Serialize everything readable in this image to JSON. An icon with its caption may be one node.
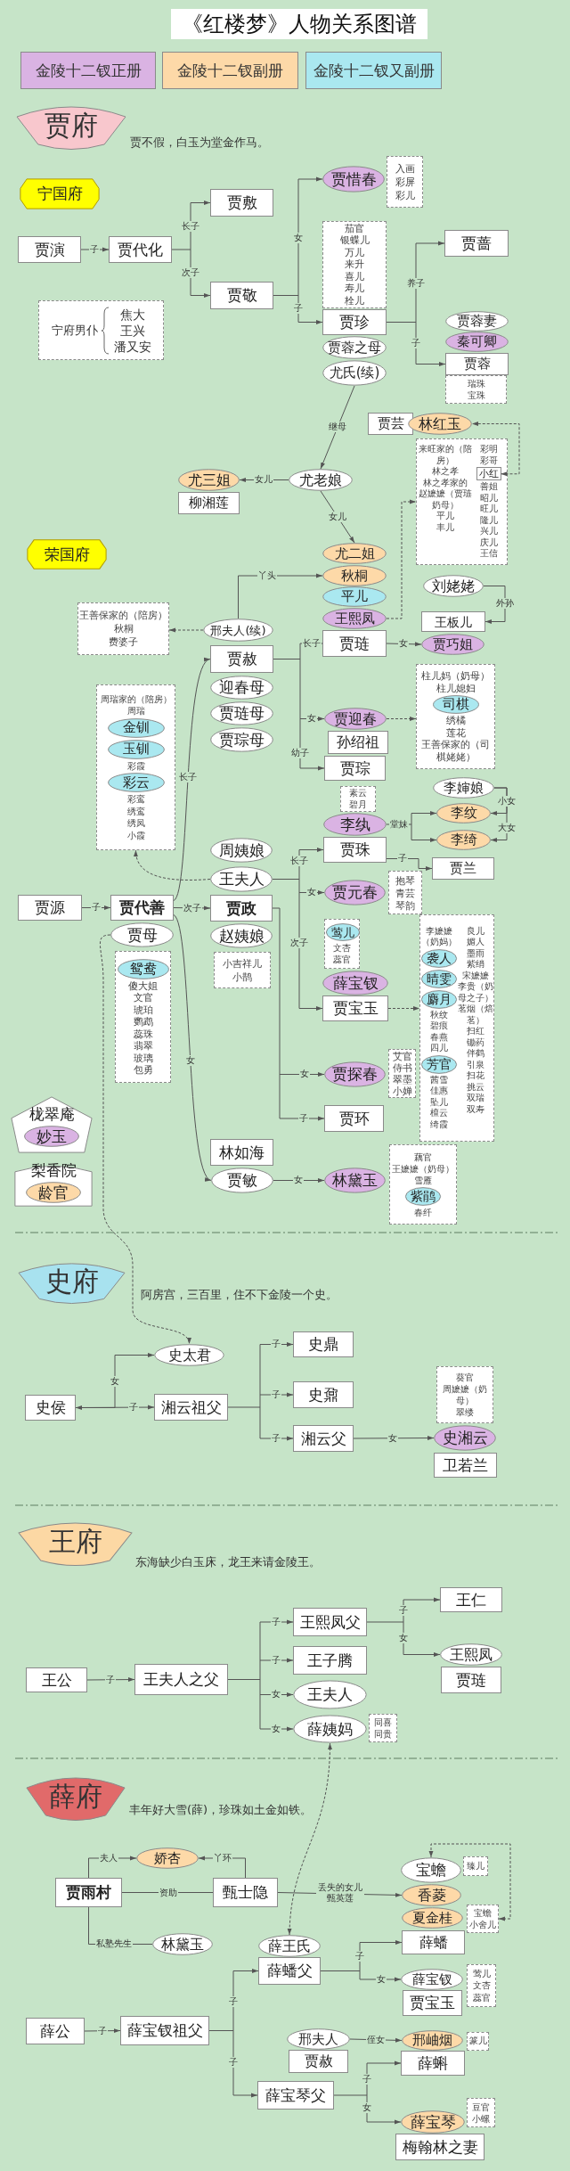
{
  "diagram": {
    "title": "《红楼梦》人物关系图谱",
    "nodes": [
      {
        "text": [
          "贾府"
        ],
        "beside": [
          "贾不假，白玉为堂金作马。"
        ]
      },
      {
        "text": [
          "宁国府"
        ]
      },
      {
        "text": [
          "贾惜春"
        ]
      },
      {
        "text": [
          "入画",
          "彩屏",
          "彩儿"
        ]
      },
      {
        "text": [
          "贾敷"
        ]
      },
      {
        "text": [
          "茄官",
          "银蝶儿",
          "万儿",
          "来升",
          "喜儿",
          "寿儿",
          "栓儿"
        ]
      },
      {
        "text": [
          "贾蔷"
        ]
      },
      {
        "text": [
          "贾演"
        ]
      },
      {
        "text": [
          "贾代化"
        ]
      },
      {
        "text": [
          "贾敬"
        ]
      },
      {
        "text": [
          "贾珍"
        ]
      },
      {
        "text": [
          "宁府男仆",
          "焦大",
          "王兴",
          "潘又安"
        ]
      },
      {
        "text": [
          "贾蓉之母"
        ]
      },
      {
        "text": [
          "贾蓉妻"
        ]
      },
      {
        "text": [
          "秦可卿"
        ]
      },
      {
        "text": [
          "尤氏(续)"
        ]
      },
      {
        "text": [
          "贾蓉"
        ]
      },
      {
        "text": [
          "瑞珠",
          "宝珠"
        ]
      },
      {
        "text": [
          "贾芸"
        ]
      },
      {
        "text": [
          "林红玉"
        ]
      },
      {
        "text": [
          "来旺家的（陪房）",
          "林之孝",
          "林之孝家的",
          "赵嬷嬷（贾琏奶母）",
          "平儿",
          "丰儿",
          "彩明",
          "彩哥",
          "善姐",
          "昭儿",
          "旺儿",
          "隆儿",
          "兴儿",
          "庆儿",
          "王信"
        ]
      },
      {
        "text": [
          "小红"
        ],
        "in": 20
      },
      {
        "text": [
          "尤三姐"
        ]
      },
      {
        "text": [
          "尤老娘"
        ]
      },
      {
        "text": [
          "柳湘莲"
        ]
      },
      {
        "text": [
          "荣国府"
        ]
      },
      {
        "text": [
          "尤二姐"
        ]
      },
      {
        "text": [
          "秋桐"
        ]
      },
      {
        "text": [
          "平儿"
        ]
      },
      {
        "text": [
          "刘姥姥"
        ]
      },
      {
        "text": [
          "王熙凤"
        ]
      },
      {
        "text": [
          "王板儿"
        ]
      },
      {
        "text": [
          "王善保家的（陪房）",
          "秋桐",
          "费婆子"
        ]
      },
      {
        "text": [
          "邢夫人(续)"
        ]
      },
      {
        "text": [
          "贾琏"
        ]
      },
      {
        "text": [
          "贾巧姐"
        ]
      },
      {
        "text": [
          "贾赦"
        ]
      },
      {
        "text": [
          "迎春母"
        ]
      },
      {
        "text": [
          "贾琏母"
        ]
      },
      {
        "text": [
          "贾迎春"
        ]
      },
      {
        "text": [
          "柱儿妈（奶母）",
          "柱儿媳妇",
          "绣橘",
          "莲花",
          "王善保家的（司棋姥姥）"
        ]
      },
      {
        "text": [
          "司棋"
        ],
        "in": 40
      },
      {
        "text": [
          "贾琮母"
        ]
      },
      {
        "text": [
          "孙绍祖"
        ]
      },
      {
        "text": [
          "周瑞家的（陪房）",
          "周瑞",
          "彩霞",
          "彩鸾",
          "绣鸾",
          "绣凤",
          "小霞"
        ]
      },
      {
        "text": [
          "金钏"
        ],
        "in": 44
      },
      {
        "text": [
          "玉钏"
        ],
        "in": 44
      },
      {
        "text": [
          "彩云"
        ],
        "in": 44
      },
      {
        "text": [
          "贾琮"
        ]
      },
      {
        "text": [
          "李婶娘"
        ]
      },
      {
        "text": [
          "素云",
          "碧月"
        ]
      },
      {
        "text": [
          "李纹"
        ]
      },
      {
        "text": [
          "李纨"
        ]
      },
      {
        "text": [
          "李绮"
        ]
      },
      {
        "text": [
          "周姨娘"
        ]
      },
      {
        "text": [
          "贾珠"
        ]
      },
      {
        "text": [
          "贾兰"
        ]
      },
      {
        "text": [
          "王夫人"
        ]
      },
      {
        "text": [
          "贾元春"
        ]
      },
      {
        "text": [
          "抱琴",
          "青芸",
          "琴韵"
        ]
      },
      {
        "text": [
          "贾源"
        ]
      },
      {
        "text": [
          "贾代善"
        ]
      },
      {
        "text": [
          "贾政"
        ]
      },
      {
        "text": [
          "文杏",
          "蕊官"
        ]
      },
      {
        "text": [
          "莺儿"
        ],
        "in": 63
      },
      {
        "text": [
          "贾母"
        ]
      },
      {
        "text": [
          "赵姨娘"
        ]
      },
      {
        "text": [
          "薛宝钗"
        ]
      },
      {
        "text": [
          "贾宝玉"
        ]
      },
      {
        "text": [
          "李嬷嬷（奶妈）",
          "秋纹",
          "碧痕",
          "春燕",
          "四儿",
          "茜雪",
          "佳惠",
          "坠儿",
          "檀云",
          "绮霞",
          "良儿",
          "媚人",
          "墨雨",
          "紫绡",
          "宋嬷嬷",
          "李贵（奶母之子）",
          "茗烟（焙茗）",
          "扫红",
          "锄药",
          "伴鹤",
          "引泉",
          "扫花",
          "挑云",
          "双瑞",
          "双寿"
        ]
      },
      {
        "text": [
          "袭人"
        ],
        "in": 69
      },
      {
        "text": [
          "晴雯"
        ],
        "in": 69
      },
      {
        "text": [
          "麝月"
        ],
        "in": 69
      },
      {
        "text": [
          "芳官"
        ],
        "in": 69
      },
      {
        "text": [
          "小吉祥儿",
          "小鹊"
        ]
      },
      {
        "text": [
          "傻大姐",
          "文官",
          "琥珀",
          "鹦鹉",
          "蕊珠",
          "翡翠",
          "玻璃",
          "包勇"
        ]
      },
      {
        "text": [
          "鸳鸯"
        ],
        "in": 75
      },
      {
        "text": [
          "贾探春"
        ]
      },
      {
        "text": [
          "艾官",
          "侍书",
          "翠墨",
          "小婵"
        ]
      },
      {
        "text": [
          "栊翠庵"
        ]
      },
      {
        "text": [
          "妙玉"
        ],
        "in": 79
      },
      {
        "text": [
          "贾环"
        ]
      },
      {
        "text": [
          "林如海"
        ]
      },
      {
        "text": [
          "梨香院"
        ]
      },
      {
        "text": [
          "龄官"
        ],
        "in": 83
      },
      {
        "text": [
          "贾敏"
        ]
      },
      {
        "text": [
          "林黛玉"
        ]
      },
      {
        "text": [
          "藕官",
          "王嬷嬷（奶母）",
          "雪雁",
          "春纤"
        ]
      },
      {
        "text": [
          "紫鹃"
        ],
        "in": 87
      },
      {
        "text": [
          "史府"
        ],
        "beside": [
          "阿房宫，三百里，住不下金陵一个史。"
        ]
      },
      {
        "text": [
          "史太君"
        ]
      },
      {
        "text": [
          "史鼎"
        ]
      },
      {
        "text": [
          "史鼐"
        ]
      },
      {
        "text": [
          "葵官",
          "周嬷嬷（奶母）",
          "翠缕"
        ]
      },
      {
        "text": [
          "史侯"
        ]
      },
      {
        "text": [
          "湘云祖父"
        ]
      },
      {
        "text": [
          "湘云父"
        ]
      },
      {
        "text": [
          "史湘云"
        ]
      },
      {
        "text": [
          "卫若兰"
        ]
      },
      {
        "text": [
          "王府"
        ],
        "beside": [
          "东海缺少白玉床，龙王来请金陵王。"
        ]
      },
      {
        "text": [
          "王仁"
        ]
      },
      {
        "text": [
          "王熙凤父"
        ]
      },
      {
        "text": [
          "王熙凤"
        ]
      },
      {
        "text": [
          "王子腾"
        ]
      },
      {
        "text": [
          "王公"
        ]
      },
      {
        "text": [
          "王夫人之父"
        ]
      },
      {
        "text": [
          "贾琏"
        ]
      },
      {
        "text": [
          "王夫人"
        ]
      },
      {
        "text": [
          "薛姨妈"
        ]
      },
      {
        "text": [
          "同喜",
          "同贵"
        ]
      },
      {
        "text": [
          "薛府"
        ],
        "beside": [
          "丰年好大雪(薛)，珍珠如土金如铁。"
        ]
      },
      {
        "text": [
          "娇杏"
        ]
      },
      {
        "text": [
          "宝蟾"
        ]
      },
      {
        "text": [
          "臻儿"
        ]
      },
      {
        "text": [
          "贾雨村"
        ]
      },
      {
        "text": [
          "甄士隐"
        ]
      },
      {
        "text": [
          "香菱"
        ]
      },
      {
        "text": [
          "夏金桂"
        ]
      },
      {
        "text": [
          "宝蟾",
          "小舍儿"
        ]
      },
      {
        "text": [
          "林黛玉"
        ]
      },
      {
        "text": [
          "薛王氏"
        ]
      },
      {
        "text": [
          "薛蟠"
        ]
      },
      {
        "text": [
          "薛蟠父"
        ]
      },
      {
        "text": [
          "薛宝钗"
        ]
      },
      {
        "text": [
          "贾宝玉"
        ]
      },
      {
        "text": [
          "莺儿",
          "文杏",
          "蕊官"
        ]
      },
      {
        "text": [
          "薛公"
        ]
      },
      {
        "text": [
          "薛宝钗祖父"
        ]
      },
      {
        "text": [
          "邢夫人"
        ]
      },
      {
        "text": [
          "邢岫烟"
        ]
      },
      {
        "text": [
          "篆儿"
        ]
      },
      {
        "text": [
          "贾赦"
        ]
      },
      {
        "text": [
          "薛蝌"
        ]
      },
      {
        "text": [
          "薛宝琴父"
        ]
      },
      {
        "text": [
          "豆官",
          "小螺"
        ]
      },
      {
        "text": [
          "薛宝琴"
        ]
      },
      {
        "text": [
          "梅翰林之妻"
        ]
      }
    ],
    "edges": [
      {
        "from": 7,
        "to": 8,
        "arrow": "to",
        "label": "子"
      },
      {
        "from": 8,
        "to": 4,
        "arrow": "to",
        "label": "长子"
      },
      {
        "from": 8,
        "to": 9,
        "arrow": "to",
        "label": "次子"
      },
      {
        "from": 9,
        "to": 2,
        "arrow": "to",
        "label": "女"
      },
      {
        "from": 9,
        "to": 10,
        "arrow": "to",
        "label": "子"
      },
      {
        "from": 10,
        "to": 6,
        "arrow": "to",
        "label": "养子"
      },
      {
        "from": 10,
        "to": 16,
        "arrow": "to",
        "label": "子"
      },
      {
        "from": 15,
        "to": 23,
        "arrow": "to",
        "label": "继母"
      },
      {
        "from": 21,
        "to": 19,
        "arrow": "both",
        "style": "dashed"
      },
      {
        "from": 23,
        "to": 22,
        "arrow": "to",
        "label": "女儿"
      },
      {
        "from": 23,
        "to": 26,
        "arrow": "to",
        "label": "女儿"
      },
      {
        "from": 33,
        "to": 27,
        "arrow": "to",
        "label": "丫头"
      },
      {
        "from": 33,
        "to": 32,
        "arrow": "to",
        "style": "dashed"
      },
      {
        "from": 30,
        "to": 20,
        "arrow": "to",
        "style": "dashed"
      },
      {
        "from": 29,
        "to": 31,
        "arrow": "to",
        "label": "外孙"
      },
      {
        "from": 36,
        "to": 34,
        "arrow": "to",
        "label": "长子"
      },
      {
        "from": 36,
        "to": 39,
        "arrow": "to",
        "label": "女"
      },
      {
        "from": 36,
        "to": 48,
        "arrow": "to",
        "label": "幼子"
      },
      {
        "from": 34,
        "to": 35,
        "arrow": "to",
        "label": "女"
      },
      {
        "from": 39,
        "to": 40,
        "arrow": "to",
        "style": "dashed"
      },
      {
        "from": 52,
        "to": 51,
        "arrow": "to",
        "label": "堂妹"
      },
      {
        "from": 52,
        "to": 53,
        "arrow": "to"
      },
      {
        "from": 49,
        "to": 51,
        "arrow": "to",
        "label": "小女"
      },
      {
        "from": 49,
        "to": 53,
        "arrow": "to",
        "label": "大女"
      },
      {
        "from": 55,
        "to": 56,
        "arrow": "to",
        "label": "子"
      },
      {
        "from": 57,
        "to": 55,
        "arrow": "to",
        "label": "长子"
      },
      {
        "from": 57,
        "to": 58,
        "arrow": "to",
        "label": "女"
      },
      {
        "from": 57,
        "to": 68,
        "arrow": "to",
        "label": "次子"
      },
      {
        "from": 57,
        "to": 44,
        "arrow": "to",
        "style": "dashed"
      },
      {
        "from": 60,
        "to": 61,
        "arrow": "to",
        "label": "子"
      },
      {
        "from": 61,
        "to": 62,
        "arrow": "to",
        "label": "次子"
      },
      {
        "from": 61,
        "to": 36,
        "arrow": "to",
        "label": "长子"
      },
      {
        "from": 61,
        "to": 85,
        "arrow": "to",
        "label": "女"
      },
      {
        "from": 65,
        "to": 90,
        "arrow": "to",
        "style": "dashed"
      },
      {
        "from": 68,
        "to": 69,
        "arrow": "to",
        "style": "dashed"
      },
      {
        "from": 62,
        "to": 77,
        "arrow": "to",
        "label": "女"
      },
      {
        "from": 62,
        "to": 81,
        "arrow": "to",
        "label": "子"
      },
      {
        "from": 85,
        "to": 86,
        "arrow": "to",
        "label": "女"
      },
      {
        "from": 94,
        "to": 90,
        "arrow": "to",
        "label": "女"
      },
      {
        "from": 94,
        "to": 95,
        "arrow": "both",
        "label": "子"
      },
      {
        "from": 95,
        "to": 91,
        "arrow": "to",
        "label": "子"
      },
      {
        "from": 95,
        "to": 92,
        "arrow": "to",
        "label": "子"
      },
      {
        "from": 95,
        "to": 96,
        "arrow": "to",
        "label": "子"
      },
      {
        "from": 96,
        "to": 97,
        "arrow": "to",
        "label": "女"
      },
      {
        "from": 104,
        "to": 105,
        "arrow": "to",
        "label": "子"
      },
      {
        "from": 105,
        "to": 101,
        "arrow": "to",
        "label": "子"
      },
      {
        "from": 105,
        "to": 103,
        "arrow": "to",
        "label": "子"
      },
      {
        "from": 105,
        "to": 107,
        "arrow": "to",
        "label": "女"
      },
      {
        "from": 105,
        "to": 108,
        "arrow": "to",
        "label": "女"
      },
      {
        "from": 101,
        "to": 100,
        "arrow": "to",
        "label": "子"
      },
      {
        "from": 101,
        "to": 102,
        "arrow": "to",
        "label": "女"
      },
      {
        "from": 108,
        "to": 120,
        "arrow": "both",
        "style": "dashed"
      },
      {
        "from": 114,
        "to": 111,
        "arrow": "to",
        "label": "夫人"
      },
      {
        "from": 115,
        "to": 111,
        "arrow": "to",
        "label": "丫环"
      },
      {
        "from": 114,
        "to": 115,
        "arrow": "none",
        "label": "资助"
      },
      {
        "from": 114,
        "to": 119,
        "arrow": "none",
        "label": "私塾先生"
      },
      {
        "from": 115,
        "to": 116,
        "arrow": "to",
        "label": "丢失的女儿甄英莲"
      },
      {
        "from": 118,
        "to": 112,
        "arrow": "both",
        "style": "dashed"
      },
      {
        "from": 122,
        "to": 121,
        "arrow": "to",
        "label": "子"
      },
      {
        "from": 122,
        "to": 123,
        "arrow": "to",
        "label": "女"
      },
      {
        "from": 126,
        "to": 127,
        "arrow": "to",
        "label": "子"
      },
      {
        "from": 127,
        "to": 122,
        "arrow": "to",
        "label": "子"
      },
      {
        "from": 127,
        "to": 133,
        "arrow": "to",
        "label": "子"
      },
      {
        "from": 128,
        "to": 129,
        "arrow": "to",
        "label": "侄女"
      },
      {
        "from": 133,
        "to": 132,
        "arrow": "to",
        "label": "子"
      },
      {
        "from": 133,
        "to": 135,
        "arrow": "to",
        "label": "女"
      }
    ],
    "legend": [
      {
        "text": "金陵十二钗正册",
        "color": "#dab3e3"
      },
      {
        "text": "金陵十二钗副册",
        "color": "#fdd9a8"
      },
      {
        "text": "金陵十二钗又副册",
        "color": "#aae8f0"
      }
    ]
  }
}
